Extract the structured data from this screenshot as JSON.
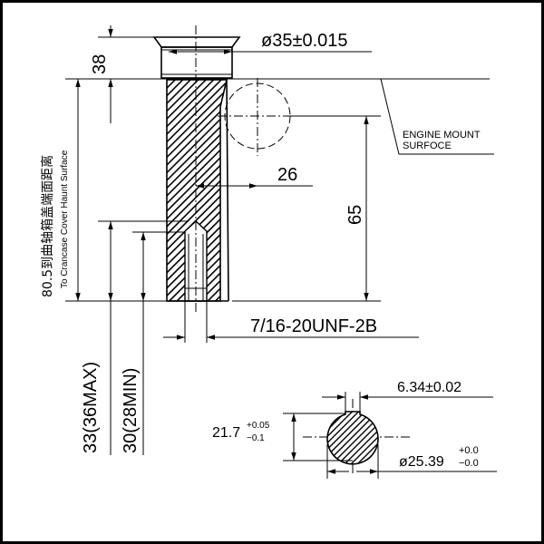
{
  "diagram": {
    "dim_diameter_top": "ø35±0.015",
    "dim_38": "38",
    "engine_mount_line1": "ENGINE MOUNT",
    "engine_mount_line2": "SURFOCE",
    "dim_26": "26",
    "dim_65": "65",
    "dim_80_5_cn": "80.5到曲轴箱盖端面距离",
    "dim_80_5_en": "To Crancase Cover Haunt Surface",
    "thread": "7/16-20UNF-2B",
    "dim_33": "33(36MAX)",
    "dim_30": "30(28MIN)",
    "key_width": "6.34±0.02",
    "key_height_base": "21.7",
    "key_height_upper": "+0.05",
    "key_height_lower": "−0.1",
    "shaft_diameter_base": "ø25.39",
    "shaft_diameter_upper": "+0.0",
    "shaft_diameter_lower": "−0.0"
  }
}
